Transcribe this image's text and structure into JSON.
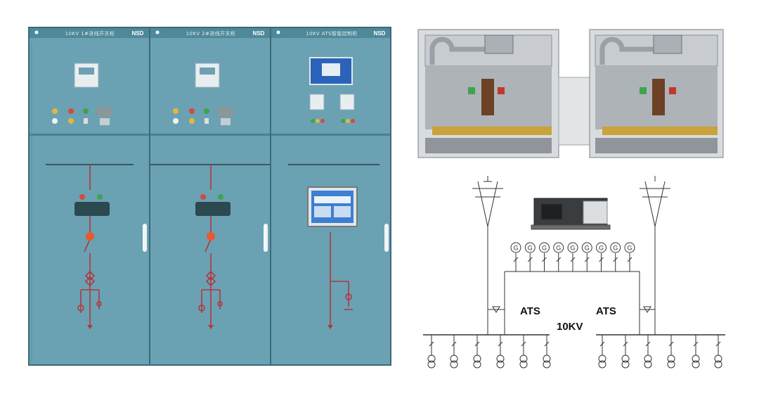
{
  "switchgear": {
    "cabinets": [
      {
        "title": "10KV 1#进线开关柜",
        "brand": "NSD"
      },
      {
        "title": "10KV 2#进线开关柜",
        "brand": "NSD"
      },
      {
        "title": "10KV ATS智能控制柜",
        "brand": "NSD"
      }
    ],
    "colors": {
      "panel": "#5f97a8",
      "panel_dark": "#4e8798",
      "schematic": "#b3373d",
      "frame": "#39606b"
    }
  },
  "breakers": {
    "indicator_colors": [
      "#3fa34d",
      "#c0392b"
    ]
  },
  "single_line": {
    "left_ats_label": "ATS",
    "right_ats_label": "ATS",
    "bus_label": "10KV",
    "generator_symbol": "G",
    "generator_count": 9,
    "left_feeder_count": 6,
    "right_feeder_count": 6
  }
}
